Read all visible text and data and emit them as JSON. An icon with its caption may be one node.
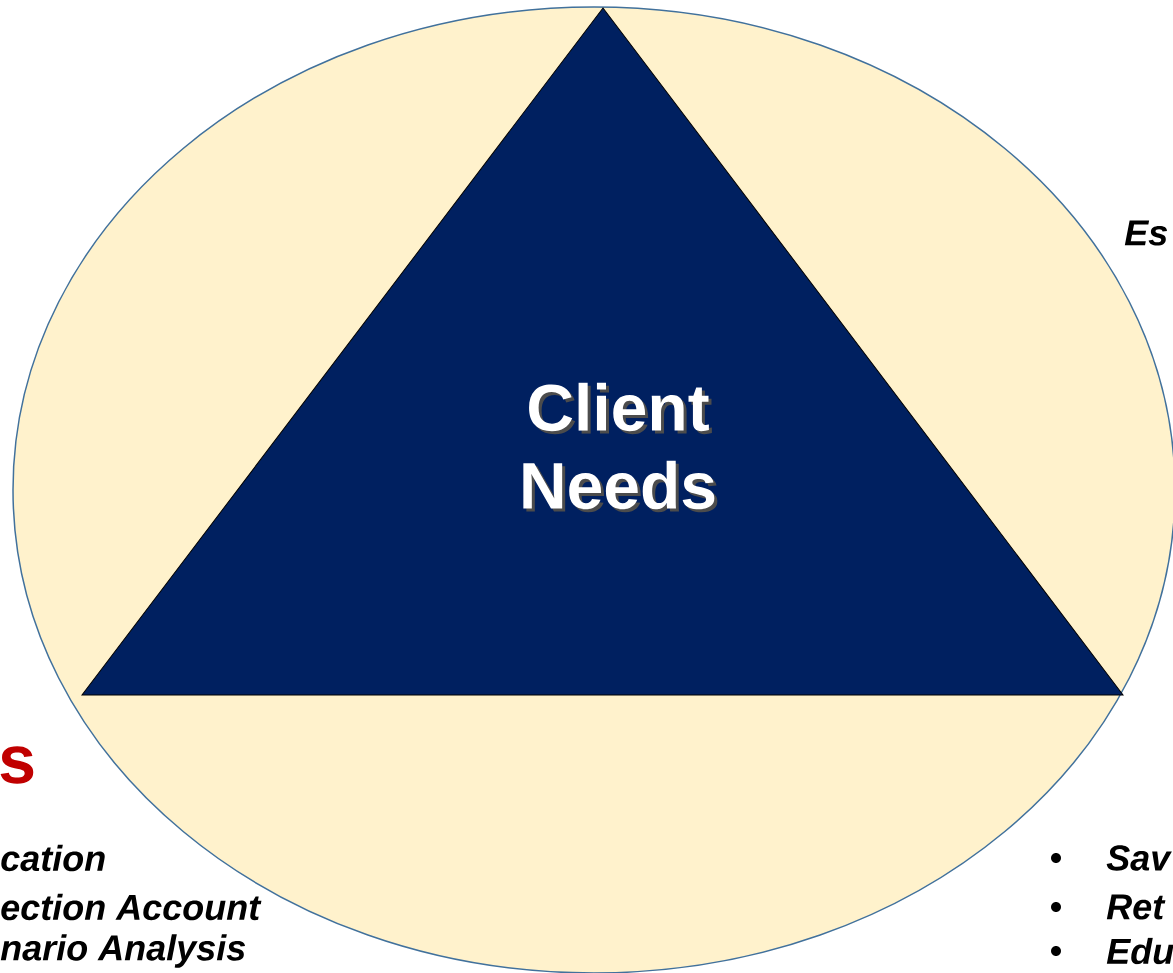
{
  "diagram": {
    "nodes": [
      {
        "text": [],
        "shape": "ellipse"
      },
      {
        "text": [
          "Client Needs"
        ],
        "in": 0
      }
    ],
    "labels": [
      "s",
      "cation",
      "ection Account",
      "nario Analysis",
      "Es",
      "Sav",
      "Ret",
      "Edu"
    ]
  }
}
